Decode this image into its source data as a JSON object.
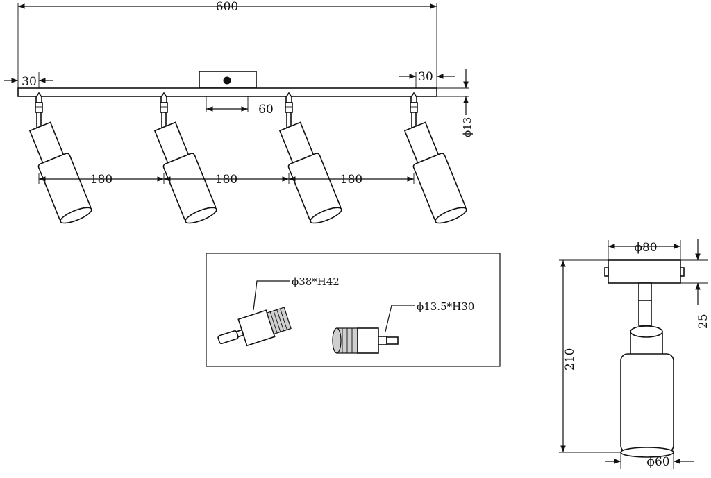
{
  "dimensions": {
    "total_length": "600",
    "left_offset": "30",
    "right_offset": "30",
    "canopy_width": "60",
    "spacing_1": "180",
    "spacing_2": "180",
    "spacing_3": "180",
    "arm_diameter": "ϕ13",
    "single_canopy_diameter": "ϕ80",
    "single_height": "210",
    "single_canopy_height": "25",
    "shade_diameter": "ϕ60"
  },
  "detail": {
    "large_part_label": "ϕ38*H42",
    "small_part_label": "ϕ13.5*H30"
  }
}
